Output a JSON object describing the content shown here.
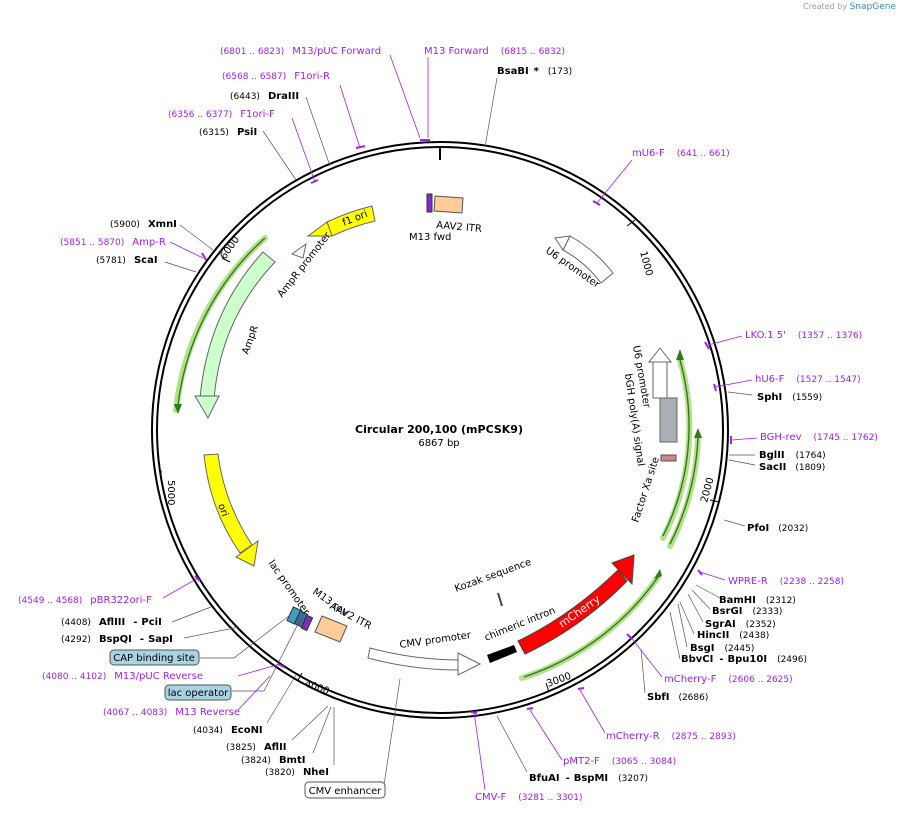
{
  "credit": {
    "prefix": "Created by",
    "brand": "SnapGene"
  },
  "plasmid": {
    "name": "Circular 200,100 (mPCSK9)",
    "length": "6867 bp"
  },
  "ticks": [
    "1000",
    "2000",
    "3000",
    "4000",
    "5000",
    "6000"
  ],
  "enzymes": [
    {
      "name": "BsaBI",
      "marker": "*",
      "pos": "(173)"
    },
    {
      "name": "SphI",
      "pos": "(1559)"
    },
    {
      "name": "BglII",
      "pos": "(1764)"
    },
    {
      "name": "SacII",
      "pos": "(1809)"
    },
    {
      "name": "PfoI",
      "pos": "(2032)"
    },
    {
      "name": "BamHI",
      "pos": "(2312)"
    },
    {
      "name": "BsrGI",
      "pos": "(2333)"
    },
    {
      "name": "SgrAI",
      "pos": "(2352)"
    },
    {
      "name": "HincII",
      "pos": "(2438)"
    },
    {
      "name": "BsgI",
      "pos": "(2445)"
    },
    {
      "name": "BbvCI",
      "name2": "Bpu10I",
      "pos": "(2496)"
    },
    {
      "name": "SbfI",
      "pos": "(2686)"
    },
    {
      "name": "BfuAI",
      "name2": "BspMI",
      "pos": "(3207)"
    },
    {
      "name": "NheI",
      "pos": "(3820)"
    },
    {
      "name": "BmtI",
      "pos": "(3824)"
    },
    {
      "name": "AflII",
      "pos": "(3825)"
    },
    {
      "name": "EcoNI",
      "pos": "(4034)"
    },
    {
      "name": "BspQI",
      "name2": "SapI",
      "pos": "(4292)"
    },
    {
      "name": "AflIII",
      "name2": "PciI",
      "pos": "(4408)"
    },
    {
      "name": "ScaI",
      "pos": "(5781)"
    },
    {
      "name": "XmnI",
      "pos": "(5900)"
    },
    {
      "name": "PsiI",
      "pos": "(6315)"
    },
    {
      "name": "DraIII",
      "pos": "(6443)"
    }
  ],
  "primers": [
    {
      "name": "M13/pUC Forward",
      "pos": "(6801 .. 6823)"
    },
    {
      "name": "M13 Forward",
      "pos": "(6815 .. 6832)"
    },
    {
      "name": "F1ori-R",
      "pos": "(6568 .. 6587)"
    },
    {
      "name": "F1ori-F",
      "pos": "(6356 .. 6377)"
    },
    {
      "name": "mU6-F",
      "pos": "(641 .. 661)"
    },
    {
      "name": "LKO.1 5'",
      "pos": "(1357 .. 1376)"
    },
    {
      "name": "hU6-F",
      "pos": "(1527 .. 1547)"
    },
    {
      "name": "BGH-rev",
      "pos": "(1745 .. 1762)"
    },
    {
      "name": "WPRE-R",
      "pos": "(2238 .. 2258)"
    },
    {
      "name": "mCherry-F",
      "pos": "(2606 .. 2625)"
    },
    {
      "name": "mCherry-R",
      "pos": "(2875 .. 2893)"
    },
    {
      "name": "pMT2-F",
      "pos": "(3065 .. 3084)"
    },
    {
      "name": "CMV-F",
      "pos": "(3281 .. 3301)"
    },
    {
      "name": "M13/pUC Reverse",
      "pos": "(4080 .. 4102)"
    },
    {
      "name": "M13 Reverse",
      "pos": "(4067 .. 4083)"
    },
    {
      "name": "pBR322ori-F",
      "pos": "(4549 .. 4568)"
    },
    {
      "name": "Amp-R",
      "pos": "(5851 .. 5870)"
    }
  ],
  "features": {
    "f1_ori": "f1 ori",
    "aav2_itr_top": "AAV2 ITR",
    "m13_fwd": "M13 fwd",
    "u6_promoter_outer": "U6 promoter",
    "ampr_promoter": "AmpR promoter",
    "ampr": "AmpR",
    "ori": "ori",
    "u6_promoter_inner": "U6 promoter",
    "bgh_polya": "bGH poly(A) signal",
    "factor_xa": "Factor Xa site",
    "lac_promoter": "lac promoter",
    "m13_rev": "M13 rev",
    "aav2_itr_bottom": "AAV2 ITR",
    "cmv_promoter": "CMV promoter",
    "kozak": "Kozak sequence",
    "chimeric_intron": "chimeric intron",
    "mcherry": "mCherry"
  },
  "boxed_features": {
    "cap_binding_site": "CAP binding site",
    "lac_operator": "lac operator",
    "cmv_enhancer": "CMV enhancer"
  },
  "colors": {
    "primer": "#a020f0",
    "ori": "#ffff00",
    "ampr": "#ccffcc",
    "itr": "#ffcc99",
    "mcherry": "#ff0000",
    "glow": "#99dd55",
    "box": "#a8d3e0"
  }
}
